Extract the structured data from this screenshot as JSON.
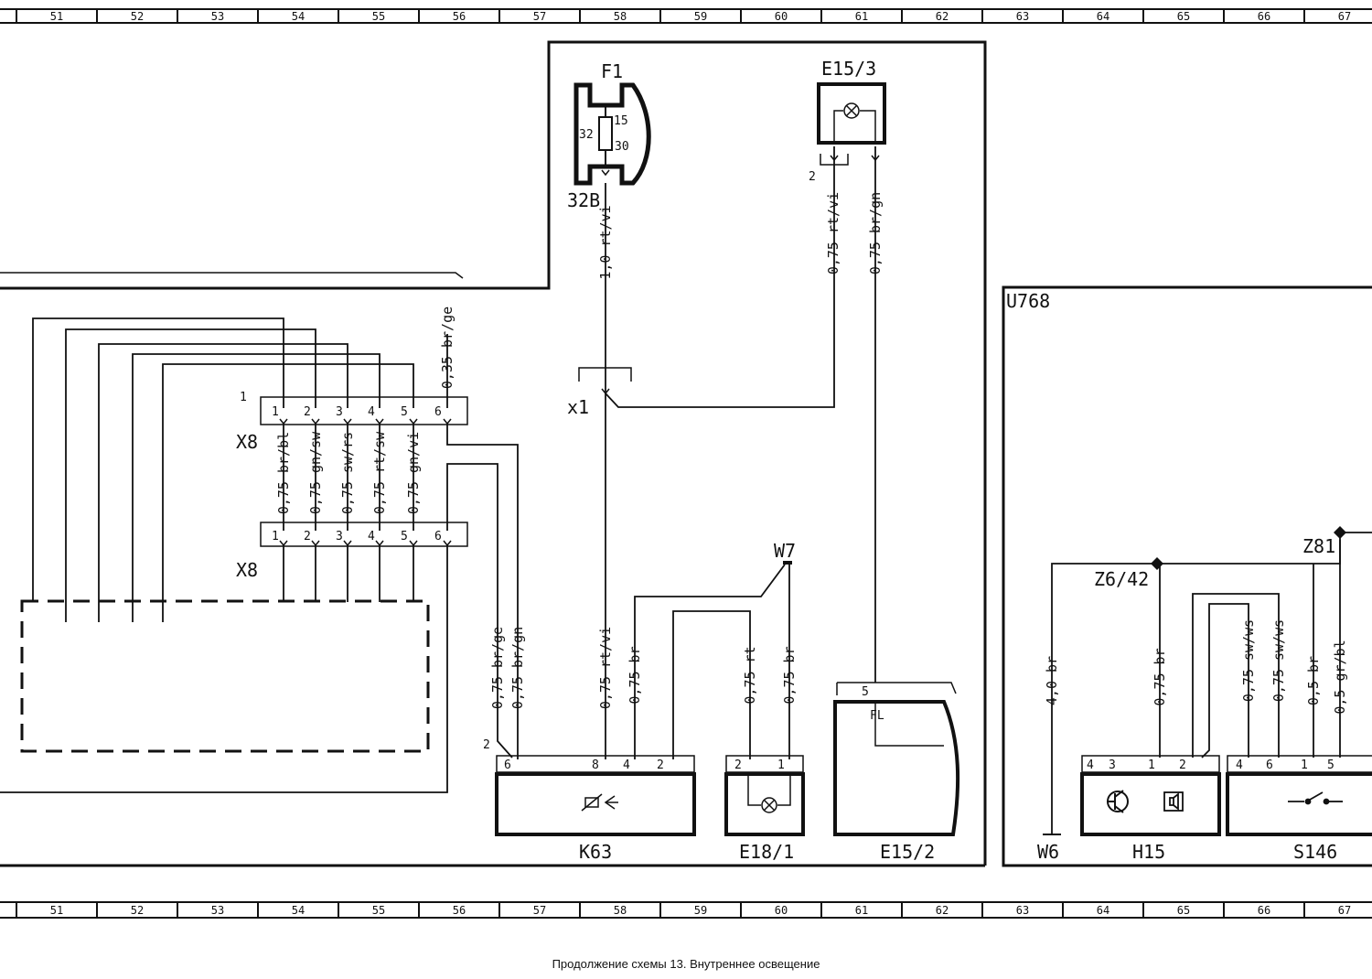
{
  "ruler": {
    "numbers": [
      "51",
      "52",
      "53",
      "54",
      "55",
      "56",
      "57",
      "58",
      "59",
      "60",
      "61",
      "62",
      "63",
      "64",
      "65",
      "66",
      "67"
    ]
  },
  "components": {
    "F1": "F1",
    "F1_pin_left": "32",
    "F1_pin_right": "30",
    "F1_fuse_value": "15",
    "F1_connector": "32B",
    "E15_3": "E15/3",
    "E15_3_pin": "2",
    "x1": "x1",
    "X8_top": "X8",
    "X8_bottom": "X8",
    "X8_top_marker": "1",
    "W7": "W7",
    "U768": "U768",
    "Z6_42": "Z6/42",
    "Z81": "Z81",
    "K63": "K63",
    "K63_marker": "2",
    "E18_1": "E18/1",
    "E15_2": "E15/2",
    "E15_2_inner": "FL",
    "W6": "W6",
    "H15": "H15",
    "S146": "S146"
  },
  "wires": {
    "f1_out": "1,0 rt/vi",
    "e153_a": "0,75 rt/vi",
    "e153_b": "0,75 br/gn",
    "x8_6_top": "0,35 br/ge",
    "x8_w1": "0,75 br/bl",
    "x8_w2": "0,75 gn/sw",
    "x8_w3": "0,75 sw/rs",
    "x8_w4": "0,75 rt/sw",
    "x8_w5": "0,75 gn/vi",
    "k63_a": "0,75 br/ge",
    "k63_b": "0,75 br/gn",
    "k63_c": "0,75 rt/vi",
    "k63_d": "0,75 br",
    "e181_a": "0,75 rt",
    "e181_b": "0,75 br",
    "w6": "4,0 br",
    "h15_a": "0,75 br",
    "s146_a": "0,75 sw/ws",
    "s146_b": "0,75 sw/ws",
    "s146_c": "0,5 br",
    "s146_d": "0,5 gr/bl"
  },
  "pins": {
    "x8": [
      "1",
      "2",
      "3",
      "4",
      "5",
      "6"
    ],
    "k63": [
      "6",
      "8",
      "4",
      "2"
    ],
    "e181": [
      "2",
      "1"
    ],
    "e152": "5",
    "h15": [
      "4",
      "3",
      "1",
      "2"
    ],
    "s146": [
      "4",
      "6",
      "1",
      "5"
    ]
  },
  "caption": "Продолжение схемы 13. Внутреннее освещение"
}
